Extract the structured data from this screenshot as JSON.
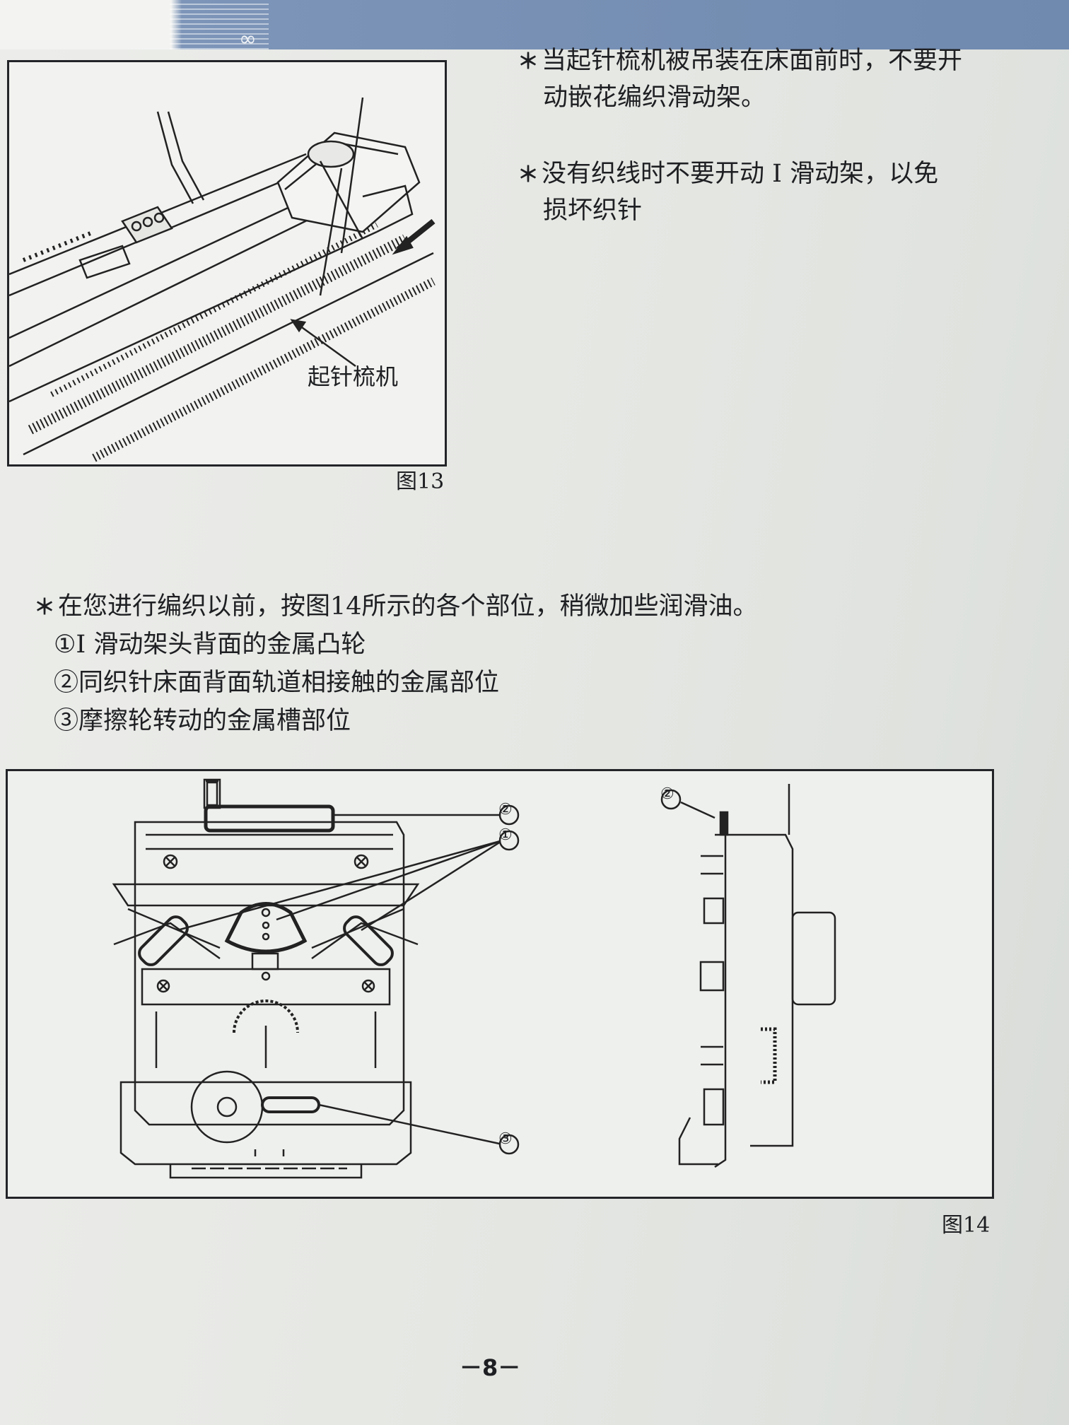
{
  "notes_top": [
    {
      "bullet": "＊",
      "lines": [
        "当起针梳机被吊装在床面前时，不要开",
        "动嵌花编织滑动架。"
      ]
    },
    {
      "bullet": "＊",
      "lines": [
        "没有织线时不要开动 I 滑动架，以免",
        "损坏织针"
      ]
    }
  ],
  "figure13": {
    "callout": "起针梳机",
    "caption": "图13"
  },
  "lubrication": {
    "bullet": "＊",
    "intro": "在您进行编织以前，按图14所示的各个部位，稍微加些润滑油。",
    "items": [
      "①I 滑动架头背面的金属凸轮",
      "②同织针床面背面轨道相接触的金属部位",
      "③摩擦轮转动的金属槽部位"
    ]
  },
  "figure14": {
    "callouts": [
      "②",
      "①",
      "③",
      "②"
    ],
    "caption": "图14"
  },
  "page_number": "－8－",
  "cover_symbol": "∞"
}
